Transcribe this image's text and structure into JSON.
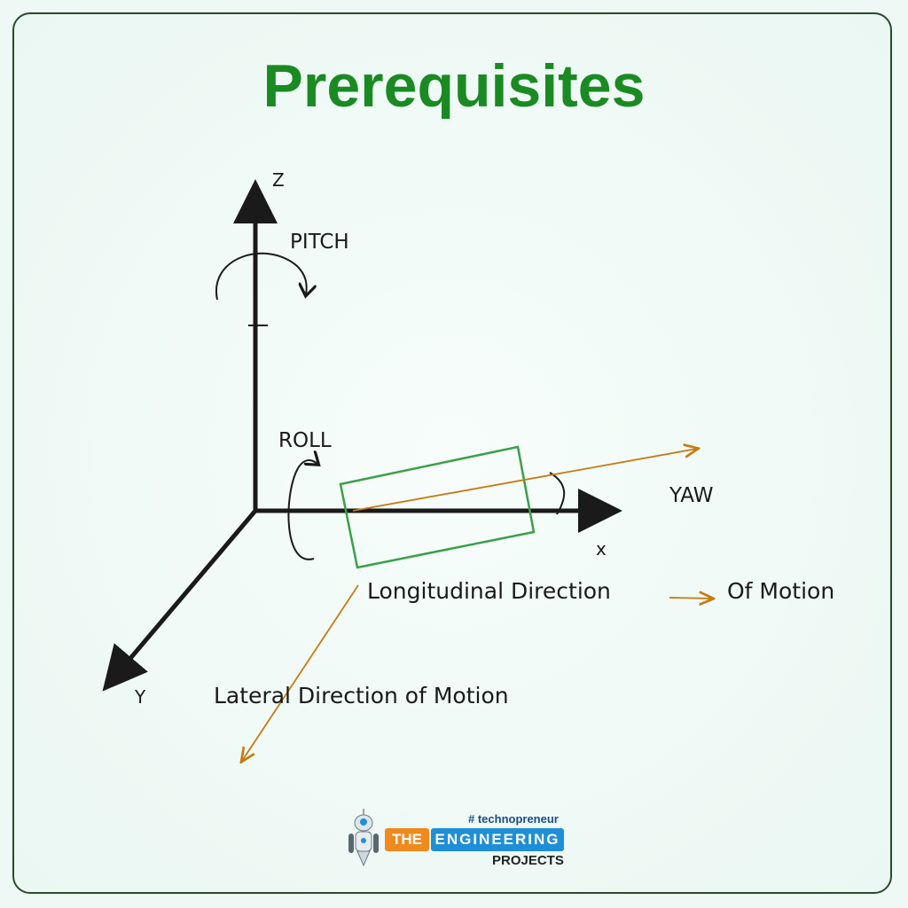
{
  "title": "Prerequisites",
  "diagram": {
    "axis_z": "Z",
    "axis_x": "x",
    "axis_y": "Y",
    "pitch": "PITCH",
    "roll": "ROLL",
    "yaw": "YAW",
    "longitudinal": "Longitudinal Direction",
    "of_motion": "Of Motion",
    "lateral": "Lateral Direction of Motion"
  },
  "logo": {
    "tagline": "# technopreneur",
    "the": "THE",
    "engineering": "ENGINEERING",
    "projects": "PROJECTS"
  },
  "colors": {
    "title": "#1a8a22",
    "arrow": "#c77a10",
    "box": "#3aa047"
  }
}
